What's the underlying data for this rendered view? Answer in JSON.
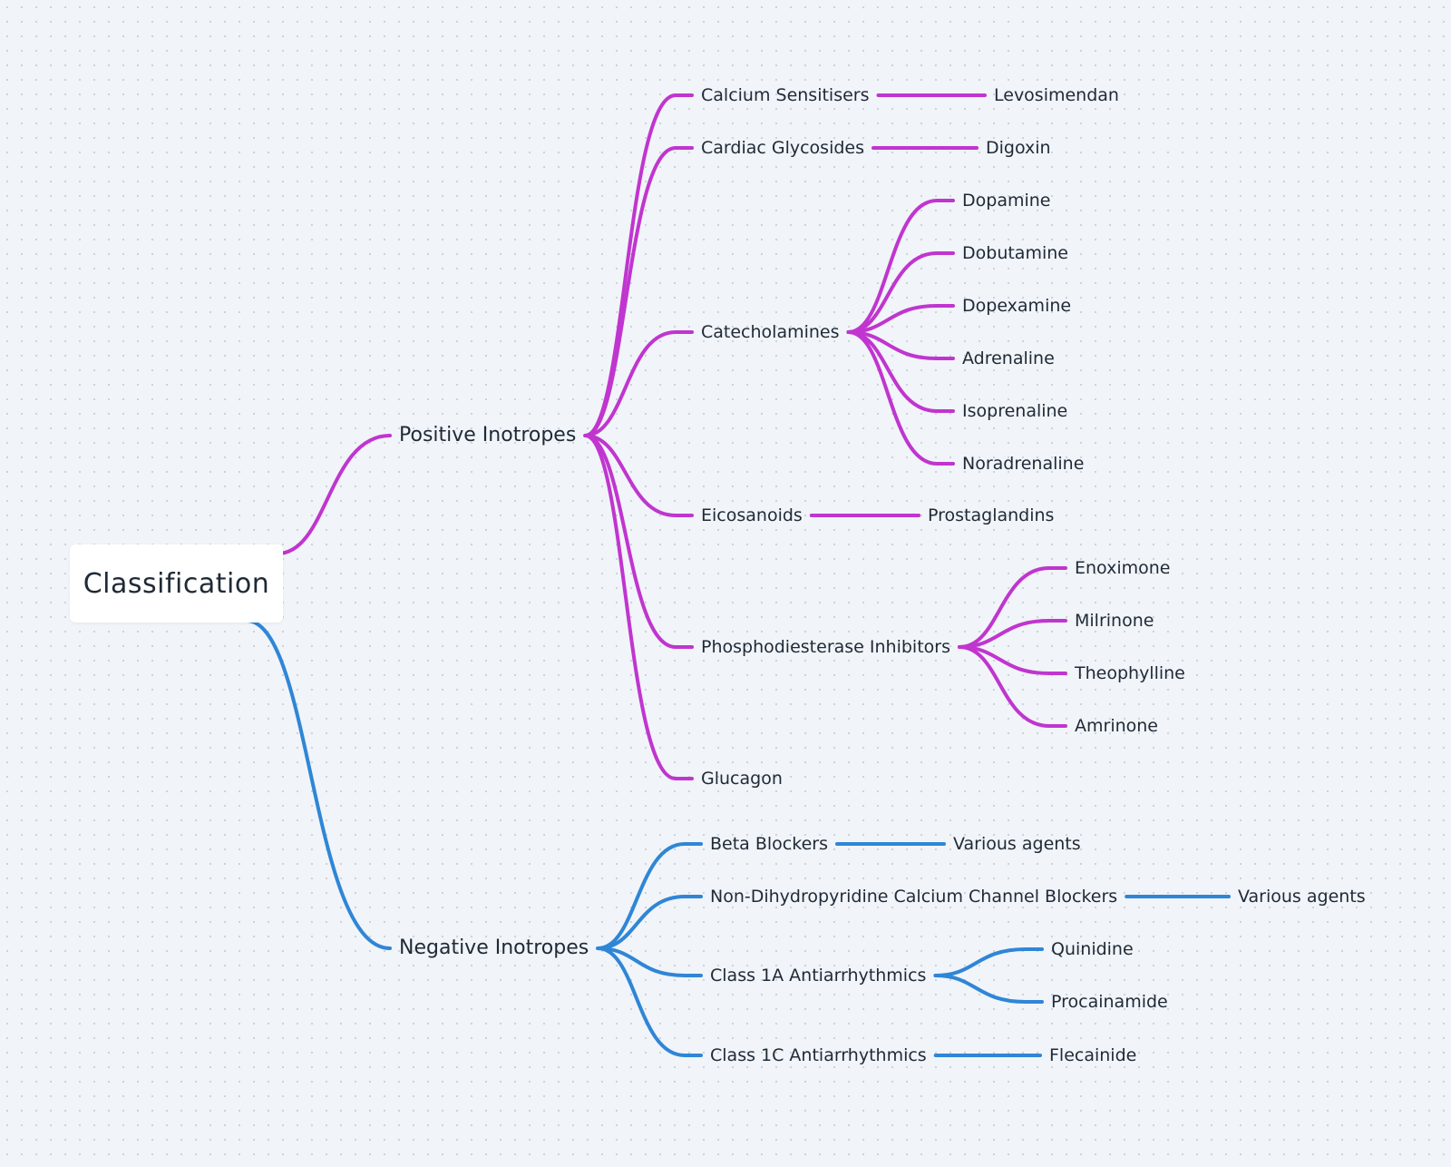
{
  "root": {
    "label": "Classification"
  },
  "colors": {
    "positive": "#c035cf",
    "negative": "#2f86d6"
  },
  "positive": {
    "label": "Positive Inotropes",
    "children": [
      {
        "label": "Calcium Sensitisers",
        "children": [
          "Levosimendan"
        ]
      },
      {
        "label": "Cardiac Glycosides",
        "children": [
          "Digoxin"
        ]
      },
      {
        "label": "Catecholamines",
        "children": [
          "Dopamine",
          "Dobutamine",
          "Dopexamine",
          "Adrenaline",
          "Isoprenaline",
          "Noradrenaline"
        ]
      },
      {
        "label": "Eicosanoids",
        "children": [
          "Prostaglandins"
        ]
      },
      {
        "label": "Phosphodiesterase Inhibitors",
        "children": [
          "Enoximone",
          "Milrinone",
          "Theophylline",
          "Amrinone"
        ]
      },
      {
        "label": "Glucagon",
        "children": []
      }
    ]
  },
  "negative": {
    "label": "Negative Inotropes",
    "children": [
      {
        "label": "Beta Blockers",
        "children": [
          "Various agents"
        ]
      },
      {
        "label": "Non-Dihydropyridine Calcium Channel Blockers",
        "children": [
          "Various agents"
        ]
      },
      {
        "label": "Class 1A Antiarrhythmics",
        "children": [
          "Quinidine",
          "Procainamide"
        ]
      },
      {
        "label": "Class 1C Antiarrhythmics",
        "children": [
          "Flecainide"
        ]
      }
    ]
  }
}
